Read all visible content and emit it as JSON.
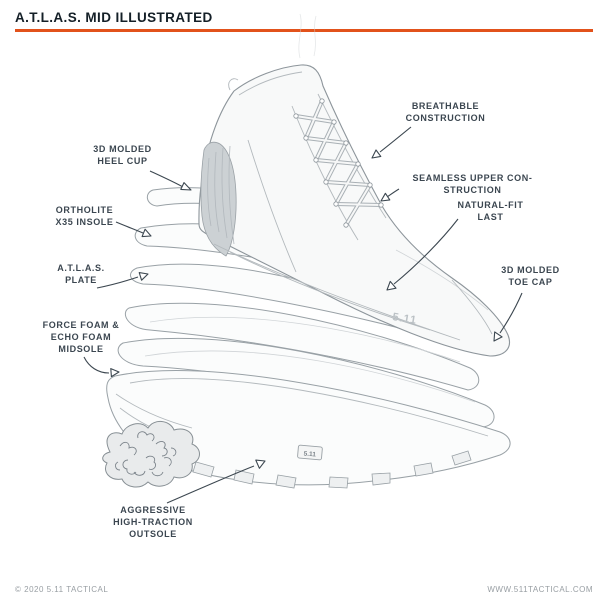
{
  "header": {
    "title": "A.T.L.A.S. MID ILLUSTRATED",
    "accent_color": "#e2521b"
  },
  "callouts": [
    {
      "id": "heel-cup",
      "label": "3D MOLDED\nHEEL CUP"
    },
    {
      "id": "ortholite",
      "label": "ORTHOLITE\nX35 INSOLE"
    },
    {
      "id": "atlas-plate",
      "label": "A.T.L.A.S.\nPLATE"
    },
    {
      "id": "midsole",
      "label": "FORCE FOAM &\nECHO FOAM\nMIDSOLE"
    },
    {
      "id": "outsole",
      "label": "AGGRESSIVE\nHIGH-TRACTION\nOUTSOLE"
    },
    {
      "id": "breathable",
      "label": "BREATHABLE\nCONSTRUCTION"
    },
    {
      "id": "seamless",
      "label": "SEAMLESS UPPER CON-\nSTRUCTION"
    },
    {
      "id": "natural-fit",
      "label": "NATURAL-FIT\nLAST"
    },
    {
      "id": "toe-cap",
      "label": "3D MOLDED\nTOE CAP"
    }
  ],
  "illustration": {
    "brand_text": "5.11",
    "outsole_badge": "5.11"
  },
  "footer": {
    "copyright": "© 2020 5.11 TACTICAL",
    "website": "WWW.511TACTICAL.COM"
  }
}
